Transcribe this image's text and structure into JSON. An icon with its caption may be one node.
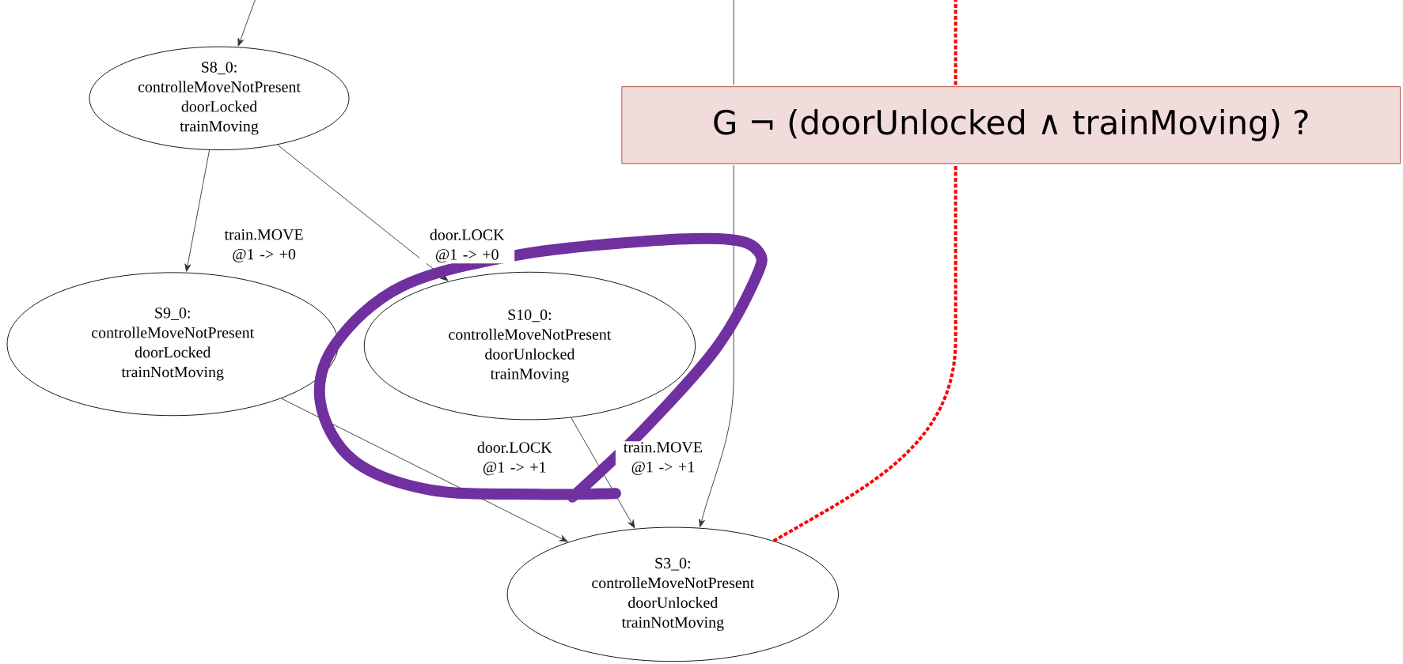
{
  "diagram": {
    "nodes": [
      {
        "text": [
          "S8_0:",
          "controlleMoveNotPresent",
          "doorLocked",
          "trainMoving"
        ]
      },
      {
        "text": [
          "S9_0:",
          "controlleMoveNotPresent",
          "doorLocked",
          "trainNotMoving"
        ]
      },
      {
        "text": [
          "S10_0:",
          "controlleMoveNotPresent",
          "doorUnlocked",
          "trainMoving"
        ]
      },
      {
        "text": [
          "S3_0:",
          "controlleMoveNotPresent",
          "doorUnlocked",
          "trainNotMoving"
        ]
      },
      {
        "text": [
          "G ¬ (doorUnlocked ∧ trainMoving) ?"
        ]
      }
    ],
    "edges": [
      {
        "from": null,
        "to": 0,
        "arrow": "to"
      },
      {
        "from": 0,
        "to": 1,
        "arrow": "to",
        "label": "train.MOVE @1 -> +0"
      },
      {
        "from": 0,
        "to": 2,
        "arrow": "to",
        "label": "door.LOCK @1 -> +0"
      },
      {
        "from": 1,
        "to": 3,
        "arrow": "to",
        "label": "door.LOCK @1 -> +1"
      },
      {
        "from": 2,
        "to": 3,
        "arrow": "to",
        "label": "train.MOVE @1 -> +1"
      },
      {
        "from": null,
        "to": 3,
        "arrow": "to"
      },
      {
        "from": 3,
        "to": null,
        "arrow": "none",
        "style": "dashed",
        "color": "#ff0000"
      }
    ]
  }
}
